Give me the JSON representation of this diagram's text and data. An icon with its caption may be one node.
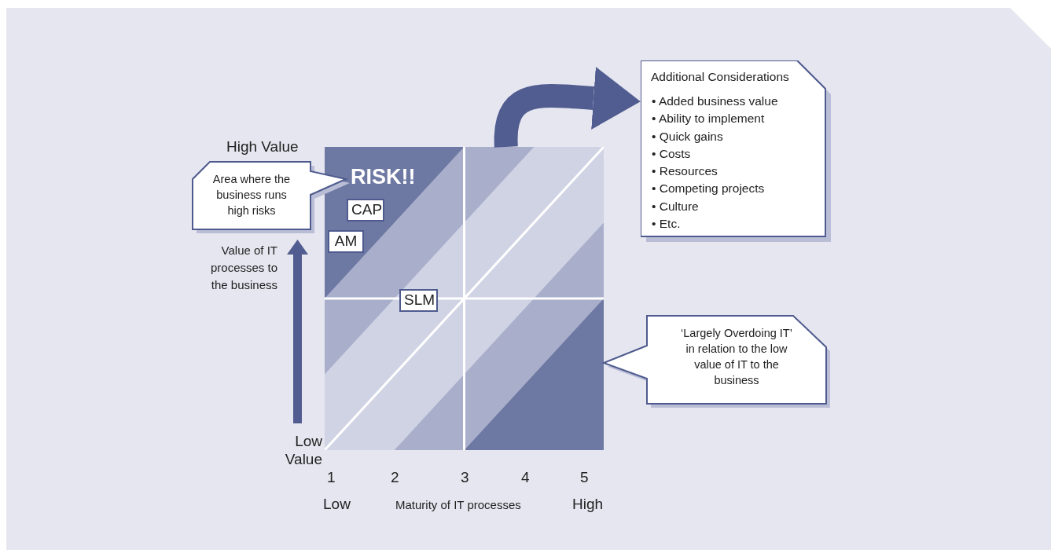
{
  "diagram": {
    "nodes": [
      {
        "text": [],
        "shape": "box"
      },
      {
        "text": [
          "CAP"
        ],
        "in": 0
      },
      {
        "text": [
          "AM"
        ],
        "in": 0
      },
      {
        "text": [
          "SLM"
        ],
        "in": 0
      },
      {
        "text": [
          "Area where the business runs high risks"
        ]
      },
      {
        "text": [
          "Additional Considerations",
          "• Added business value",
          "• Ability to implement",
          "• Quick gains",
          "• Costs",
          "• Resources",
          "• Competing projects",
          "• Culture",
          "• Etc."
        ]
      },
      {
        "text": [
          "‘Largely Overdoing IT’ in relation to the low value of IT to the business"
        ]
      }
    ],
    "edges": [
      {
        "from": 0,
        "to": 5,
        "arrow": "to"
      }
    ],
    "labels": [
      "High Value",
      "RISK!!",
      "Value of IT processes to the business",
      "Low Value",
      "1",
      "2",
      "3",
      "4",
      "5",
      "Low",
      "Maturity of IT processes",
      "High"
    ]
  }
}
